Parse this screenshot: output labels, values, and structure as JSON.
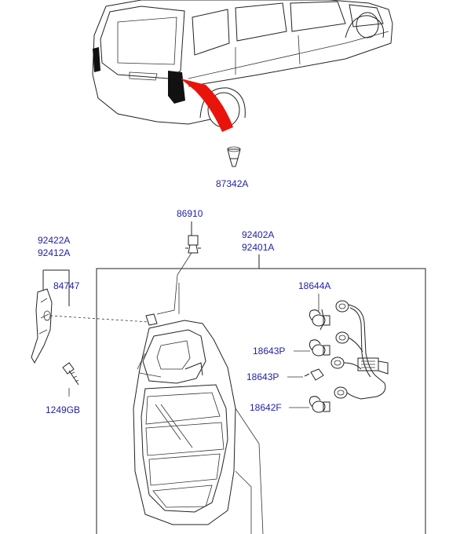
{
  "diagram": {
    "parts": {
      "p87342A": "87342A",
      "p86910": "86910",
      "p92422A": "92422A",
      "p92412A": "92412A",
      "p92402A": "92402A",
      "p92401A": "92401A",
      "p84747": "84747",
      "p18644A": "18644A",
      "p18643P_a": "18643P",
      "p18643P_b": "18643P",
      "p18642F": "18642F",
      "p1249GB": "1249GB"
    },
    "colors": {
      "label": "#1f1fa8",
      "highlight_arrow": "#e8140c",
      "line": "#222222"
    }
  }
}
